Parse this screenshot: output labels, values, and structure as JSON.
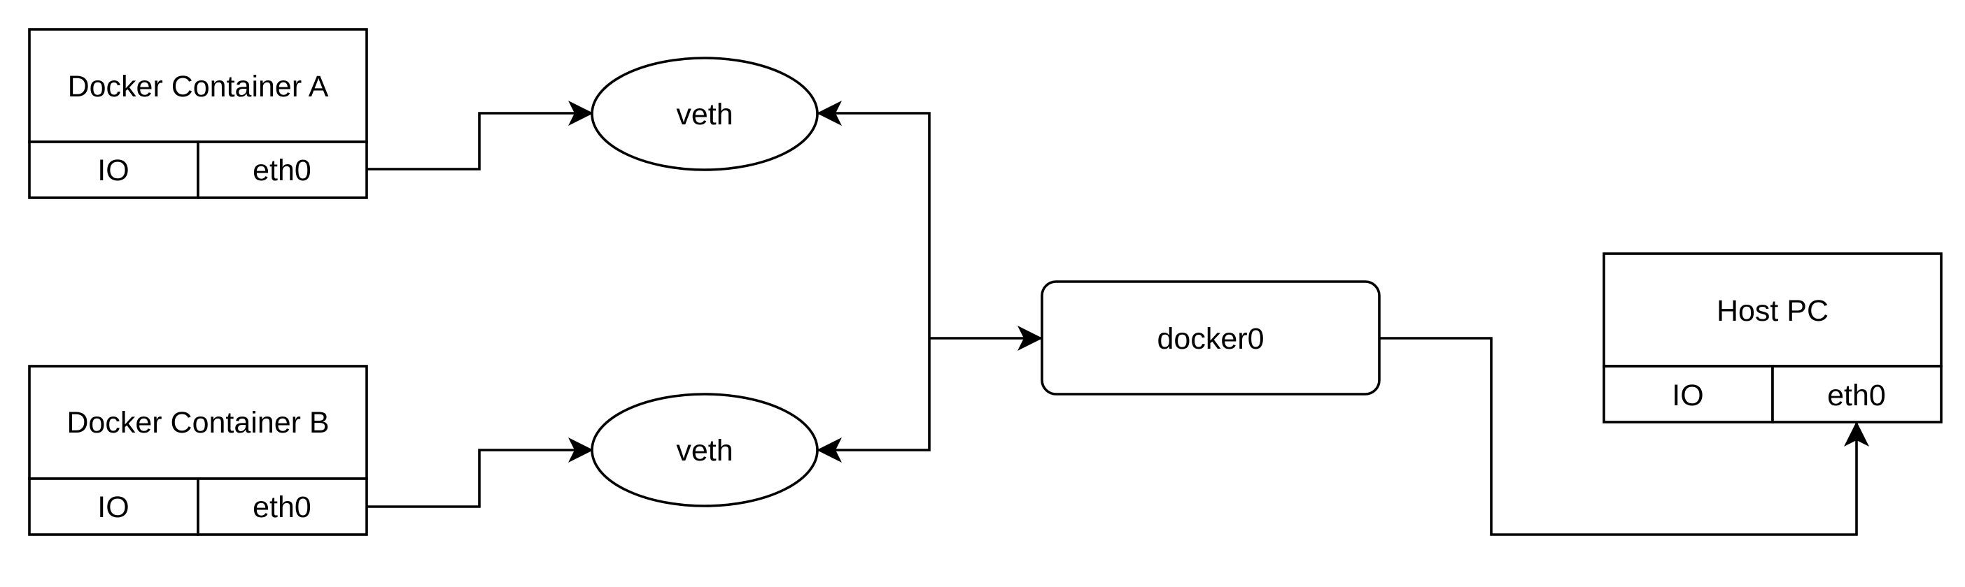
{
  "nodes": {
    "container_a": {
      "title": "Docker Container A",
      "io": "IO",
      "eth": "eth0"
    },
    "container_b": {
      "title": "Docker Container B",
      "io": "IO",
      "eth": "eth0"
    },
    "veth_a": {
      "label": "veth"
    },
    "veth_b": {
      "label": "veth"
    },
    "bridge": {
      "label": "docker0"
    },
    "host": {
      "title": "Host PC",
      "io": "IO",
      "eth": "eth0"
    }
  },
  "edges": [
    {
      "from": "container_a.eth0",
      "to": "veth_a"
    },
    {
      "from": "container_b.eth0",
      "to": "veth_b"
    },
    {
      "from": "bridge",
      "to": "veth_a"
    },
    {
      "from": "bridge",
      "to": "veth_b"
    },
    {
      "from": "veth_a",
      "to": "bridge"
    },
    {
      "from": "bridge",
      "to": "host.eth0"
    }
  ]
}
